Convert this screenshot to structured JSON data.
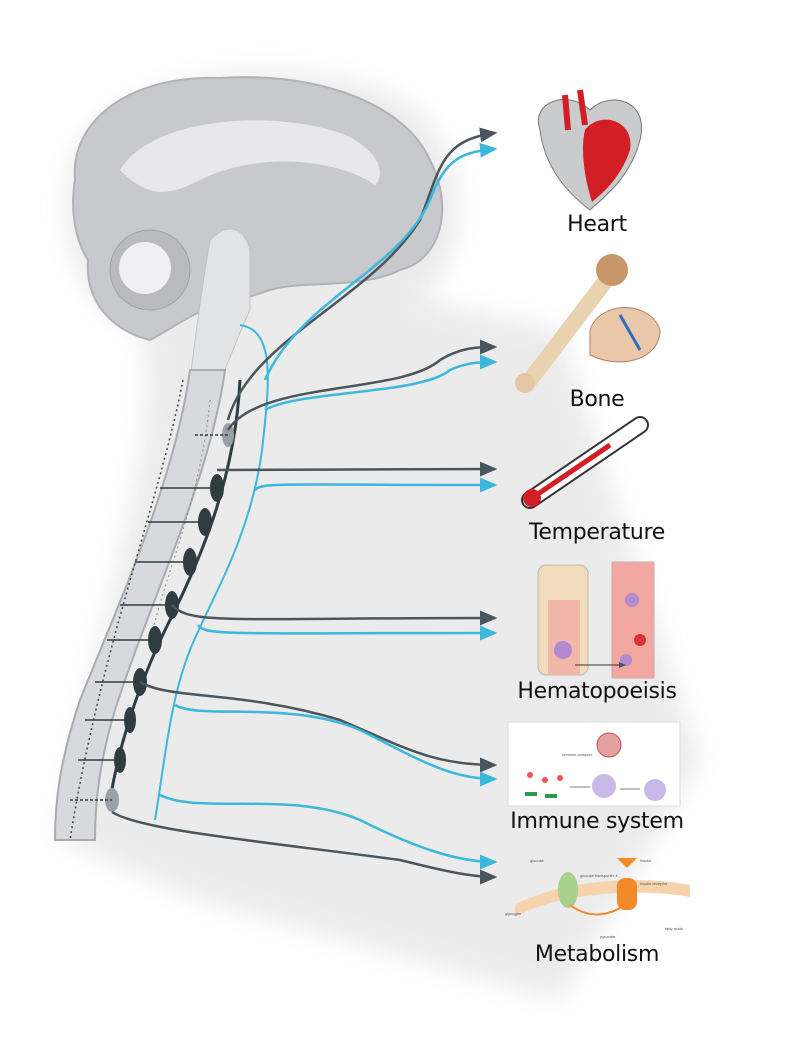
{
  "targets": [
    {
      "label": "Heart"
    },
    {
      "label": "Bone"
    },
    {
      "label": "Temperature"
    },
    {
      "label": "Hematopoeisis"
    },
    {
      "label": "Immune system"
    },
    {
      "label": "Metabolism"
    }
  ],
  "immune_image_labels": [
    "Immune complex"
  ],
  "metabolism_image_labels": [
    "glucose",
    "glucose transporter 4",
    "insulin",
    "insulin receptor",
    "glycogen",
    "pyruvate",
    "fatty acids"
  ],
  "colors": {
    "sympathetic": "#4a555d",
    "parasympathetic": "#3bb8dc",
    "brain": "#c8c9cc",
    "ganglion": "#2f3d40"
  }
}
